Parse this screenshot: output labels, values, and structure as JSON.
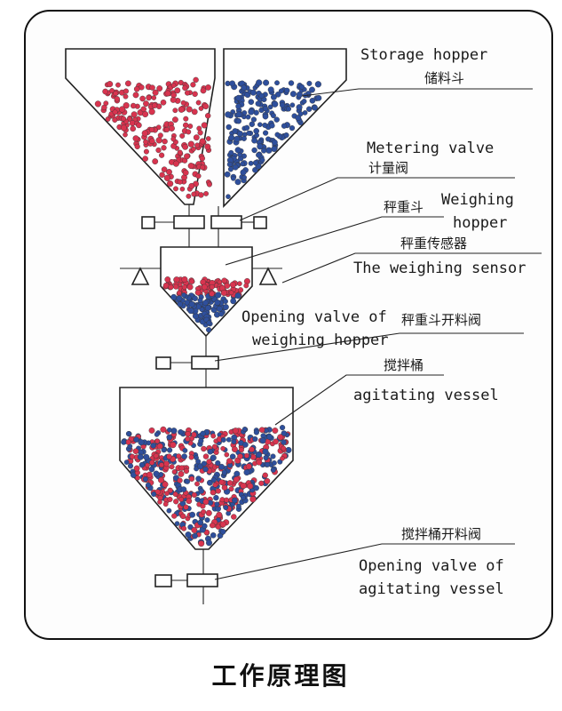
{
  "labels": {
    "storage_hopper_en": "Storage hopper",
    "storage_hopper_cn": "储料斗",
    "metering_valve_en": "Metering valve",
    "metering_valve_cn": "计量阀",
    "weighing_hopper_cn": "秤重斗",
    "weighing_hopper_en_1": "Weighing",
    "weighing_hopper_en_2": "hopper",
    "weighing_sensor_cn": "秤重传感器",
    "weighing_sensor_en": "The weighing sensor",
    "opening_valve_weighing_en_1": "Opening valve of",
    "opening_valve_weighing_en_2": "weighing hopper",
    "opening_valve_weighing_cn": "秤重斗开料阀",
    "agitating_vessel_cn": "搅拌桶",
    "agitating_vessel_en": "agitating vessel",
    "opening_valve_agitating_cn": "搅拌桶开料阀",
    "opening_valve_agitating_en_1": "Opening valve of",
    "opening_valve_agitating_en_2": "agitating vessel"
  },
  "caption": "工作原理图",
  "colors": {
    "red_material": "#d8344f",
    "blue_material": "#2e4f9c",
    "outline": "#222222"
  }
}
